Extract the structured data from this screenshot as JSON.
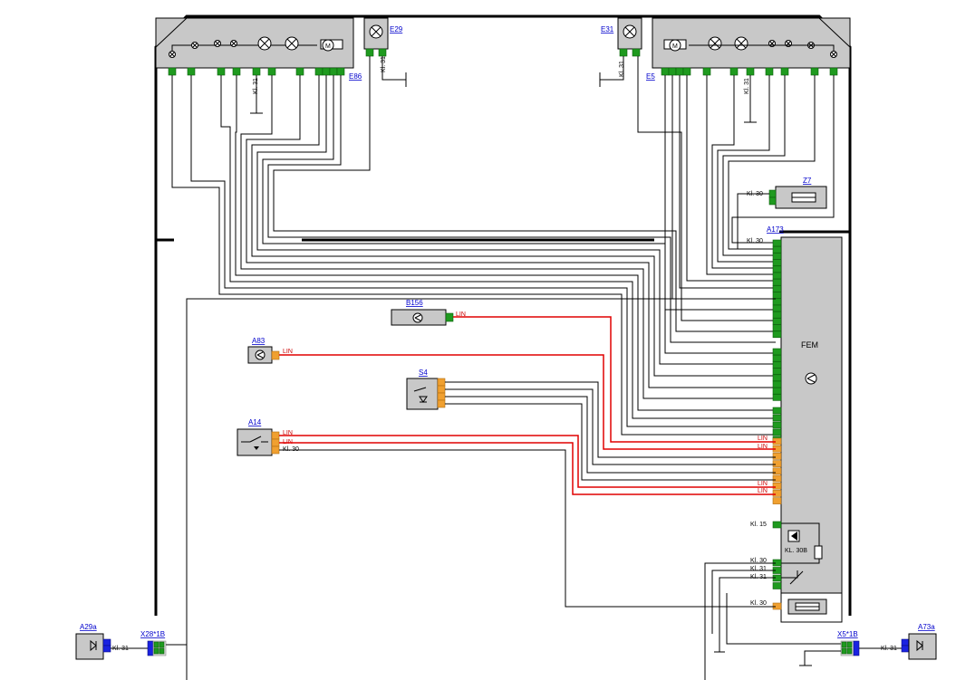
{
  "components": {
    "e86": "E86",
    "e29": "E29",
    "e31": "E31",
    "e5": "E5",
    "z7": "Z7",
    "a173": "A173",
    "b156": "B156",
    "a83": "A83",
    "s4": "S4",
    "a14": "A14",
    "a29a": "A29a",
    "x28": "X28*1B",
    "x5": "X5*1B",
    "a73a": "A73a"
  },
  "module": {
    "name": "FEM",
    "kl30b": "KL. 30B"
  },
  "signals": {
    "lin": "LIN",
    "kl30": "Kl. 30",
    "kl31": "Kl. 31",
    "kl15": "Kl. 15"
  },
  "colors": {
    "lin_wire": "#e00000",
    "pin_green": "#1f9a1f",
    "pin_orange": "#f0a030",
    "pin_blue": "#1a22e0",
    "housing": "#c8c8c8"
  },
  "icons": [
    "lamp-icon",
    "motor-icon",
    "fuse-icon",
    "switch-icon",
    "diode-icon",
    "relay-icon",
    "sensor-icon",
    "ground-icon"
  ]
}
